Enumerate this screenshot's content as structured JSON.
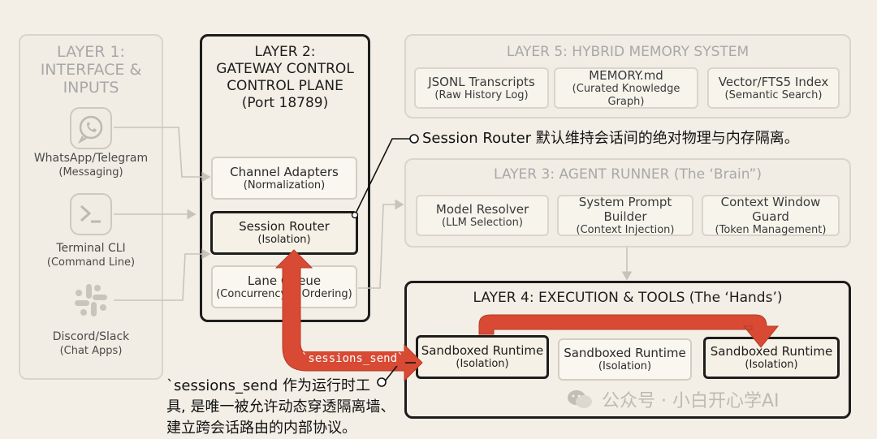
{
  "layer1": {
    "title_lines": [
      "LAYER 1:",
      "INTERFACE &",
      "INPUTS"
    ],
    "inputs": [
      {
        "icon": "chat-bubble-icon",
        "name": "WhatsApp/Telegram",
        "sub": "(Messaging)"
      },
      {
        "icon": "terminal-icon",
        "name": "Terminal CLI",
        "sub": "(Command Line)"
      },
      {
        "icon": "slack-icon",
        "name": "Discord/Slack",
        "sub": "(Chat Apps)"
      }
    ]
  },
  "layer2": {
    "title_lines": [
      "LAYER 2:",
      "GATEWAY CONTROL",
      "CONTROL PLANE",
      "(Port 18789)"
    ],
    "modules": [
      {
        "name": "Channel Adapters",
        "sub": "(Normalization)"
      },
      {
        "name": "Session Router",
        "sub": "(Isolation)"
      },
      {
        "name": "Lane Queue",
        "sub": "(Concurrency & Ordering)"
      }
    ]
  },
  "layer5": {
    "title": "LAYER 5: HYBRID MEMORY SYSTEM",
    "modules": [
      {
        "name": "JSONL Transcripts",
        "sub": "(Raw History Log)"
      },
      {
        "name": "MEMORY.md",
        "sub": "(Curated Knowledge Graph)"
      },
      {
        "name": "Vector/FTS5 Index",
        "sub": "(Semantic Search)"
      }
    ]
  },
  "layer3": {
    "title": "LAYER 3: AGENT RUNNER (The ‘Brain”)",
    "modules": [
      {
        "name": "Model Resolver",
        "sub": "(LLM Selection)"
      },
      {
        "name": "System Prompt Builder",
        "sub": "(Context Injection)"
      },
      {
        "name": "Context Window Guard",
        "sub": "(Token Management)"
      }
    ]
  },
  "layer4": {
    "title": "LAYER 4: EXECUTION & TOOLS (The ‘Hands’)",
    "modules": [
      {
        "name": "Sandboxed Runtime",
        "sub": "(Isolation)"
      },
      {
        "name": "Sandboxed Runtime",
        "sub": "(Isolation)"
      },
      {
        "name": "Sandboxed Runtime",
        "sub": "(Isolation)"
      }
    ]
  },
  "annotations": {
    "session_router_note": "Session Router 默认维持会话间的绝对物理与内存隔离。",
    "sessions_send_label": "`sessions_send`",
    "sessions_send_note": [
      "`sessions_send 作为运行时工",
      "具, 是唯一被允许动态穿透隔离墙、",
      "建立跨会话路由的内部协议。"
    ]
  },
  "watermark": "公众号 · 小白开心学AI",
  "colors": {
    "arrow_red": "#d84a33",
    "border_dark": "#1d1d1d",
    "faded": "#d9d5cc"
  }
}
